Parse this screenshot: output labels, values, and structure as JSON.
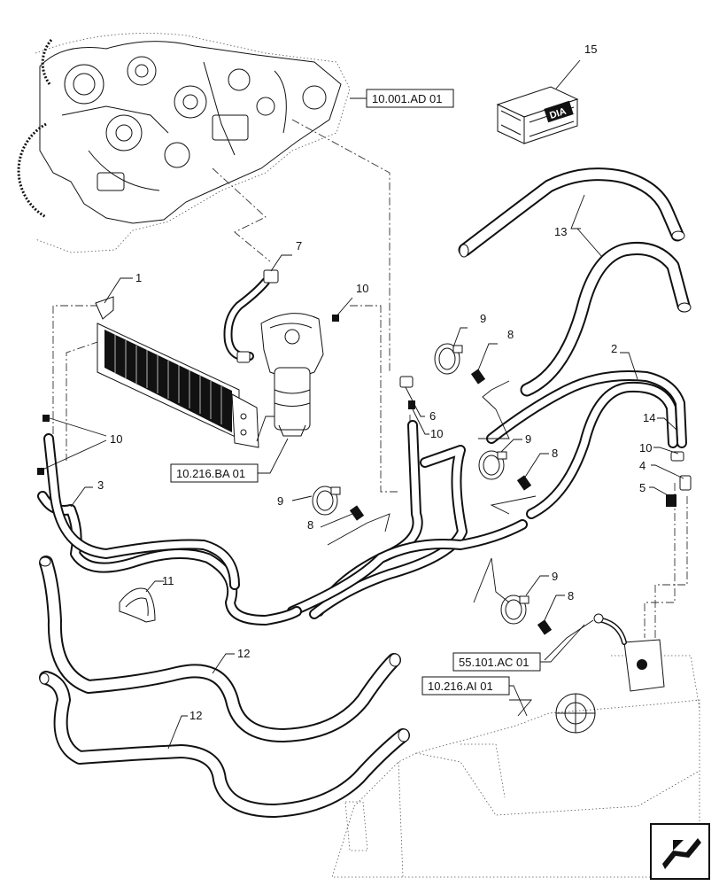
{
  "callouts": [
    {
      "id": "c15",
      "label": "15"
    },
    {
      "id": "c7",
      "label": "7"
    },
    {
      "id": "c1",
      "label": "1"
    },
    {
      "id": "c10a",
      "label": "10"
    },
    {
      "id": "c9a",
      "label": "9"
    },
    {
      "id": "c8a",
      "label": "8"
    },
    {
      "id": "c13",
      "label": "13"
    },
    {
      "id": "c2",
      "label": "2"
    },
    {
      "id": "c6",
      "label": "6"
    },
    {
      "id": "c10b",
      "label": "10"
    },
    {
      "id": "c14",
      "label": "14"
    },
    {
      "id": "c10c",
      "label": "10"
    },
    {
      "id": "c4",
      "label": "4"
    },
    {
      "id": "c5",
      "label": "5"
    },
    {
      "id": "c9b",
      "label": "9"
    },
    {
      "id": "c8b",
      "label": "8"
    },
    {
      "id": "c10d",
      "label": "10"
    },
    {
      "id": "c3",
      "label": "3"
    },
    {
      "id": "c9c",
      "label": "9"
    },
    {
      "id": "c8c",
      "label": "8"
    },
    {
      "id": "c11",
      "label": "11"
    },
    {
      "id": "c9d",
      "label": "9"
    },
    {
      "id": "c8d",
      "label": "8"
    },
    {
      "id": "c12a",
      "label": "12"
    },
    {
      "id": "c12b",
      "label": "12"
    }
  ],
  "references": {
    "engine": "10.001.AD 01",
    "filter": "10.216.BA 01",
    "sensor": "55.101.AC 01",
    "tank": "10.216.AI 01"
  },
  "kit_label": "DIA",
  "icons": {
    "corner": "arrow-icon",
    "kit": "kit-box-icon"
  }
}
